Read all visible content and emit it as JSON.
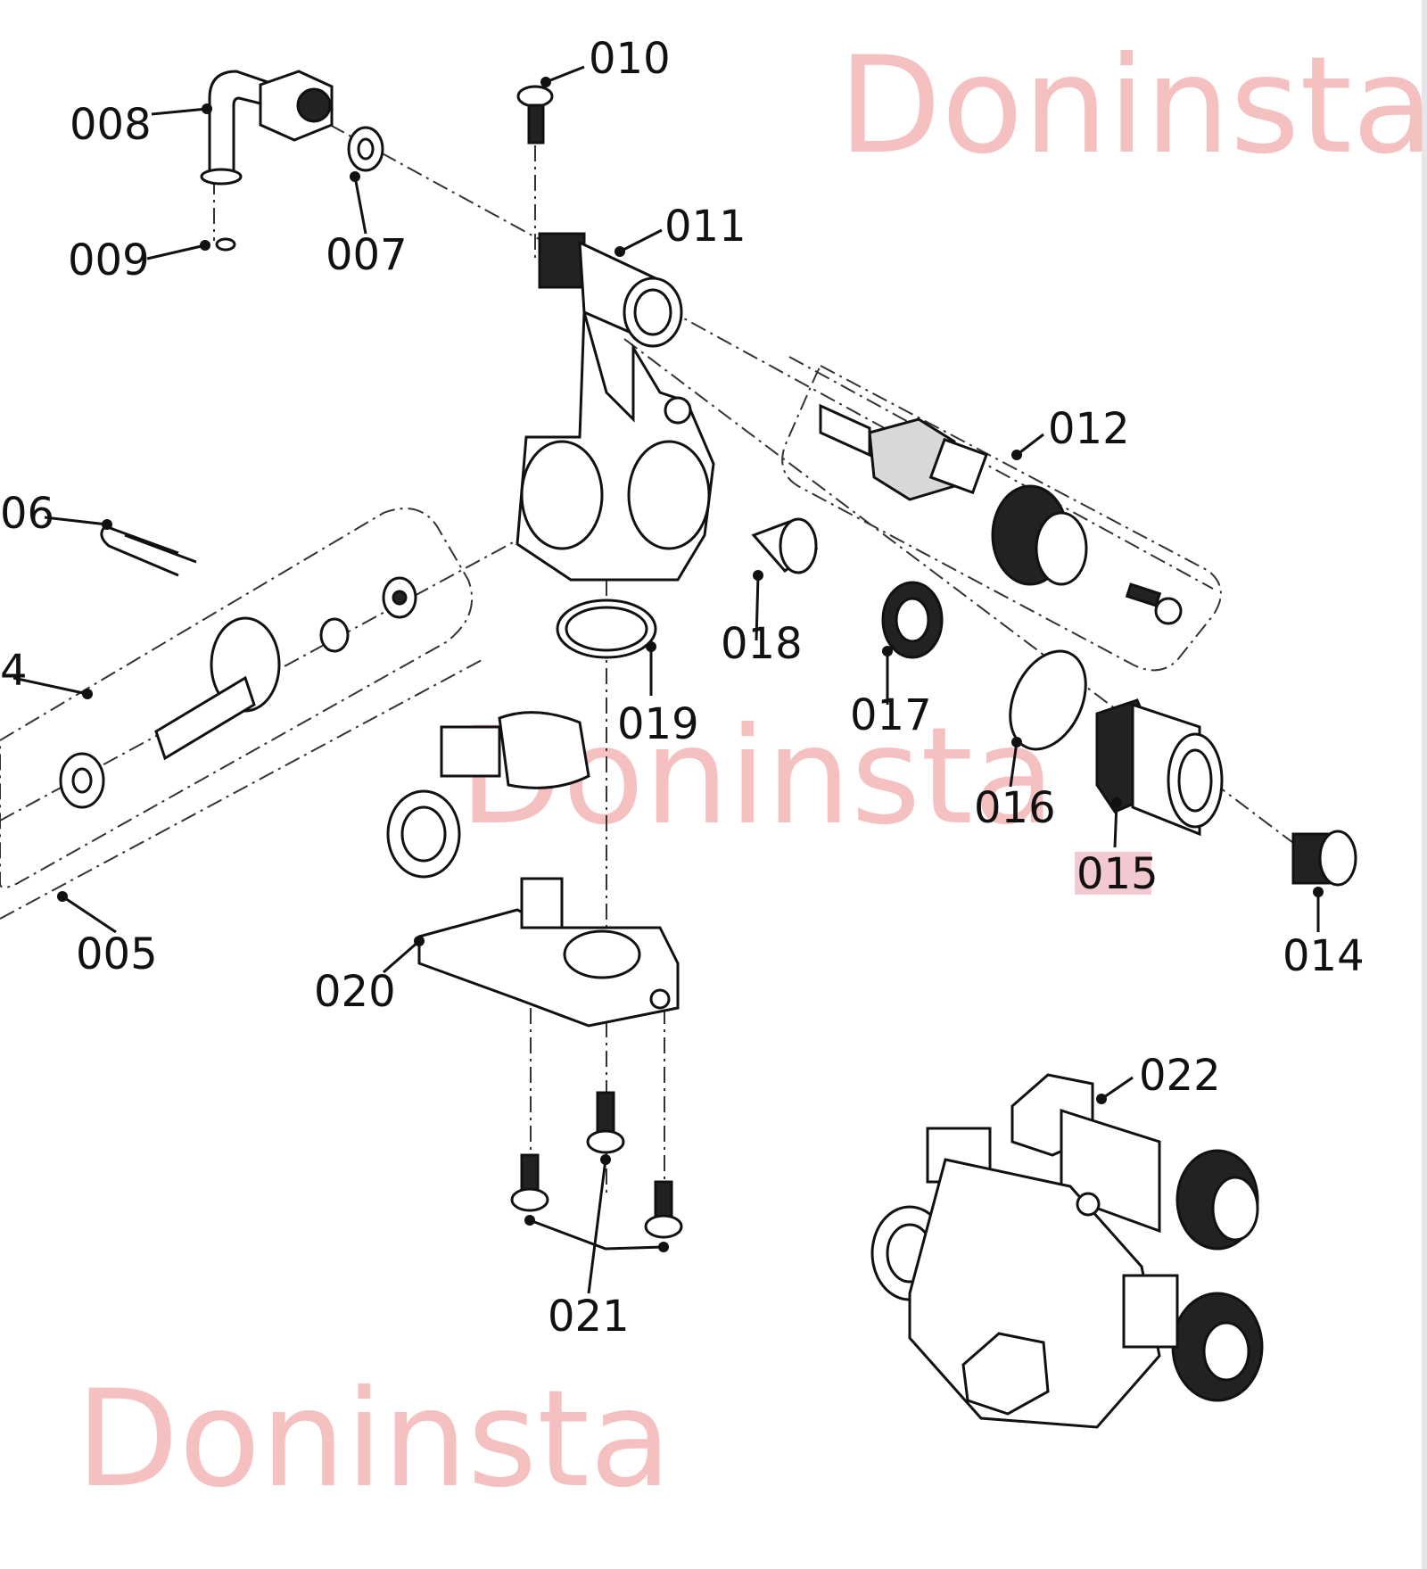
{
  "watermark": "Doninsta",
  "highlight_color": "#f3c9d1",
  "watermark_color": "#f4b6b6",
  "callouts": {
    "c006": "06",
    "c004": "4",
    "c005": "005",
    "c007": "007",
    "c008": "008",
    "c009": "009",
    "c010": "010",
    "c011": "011",
    "c012": "012",
    "c014": "014",
    "c015": "015",
    "c016": "016",
    "c017": "017",
    "c018": "018",
    "c019": "019",
    "c020": "020",
    "c021": "021",
    "c022": "022"
  },
  "highlighted_callout": "015"
}
